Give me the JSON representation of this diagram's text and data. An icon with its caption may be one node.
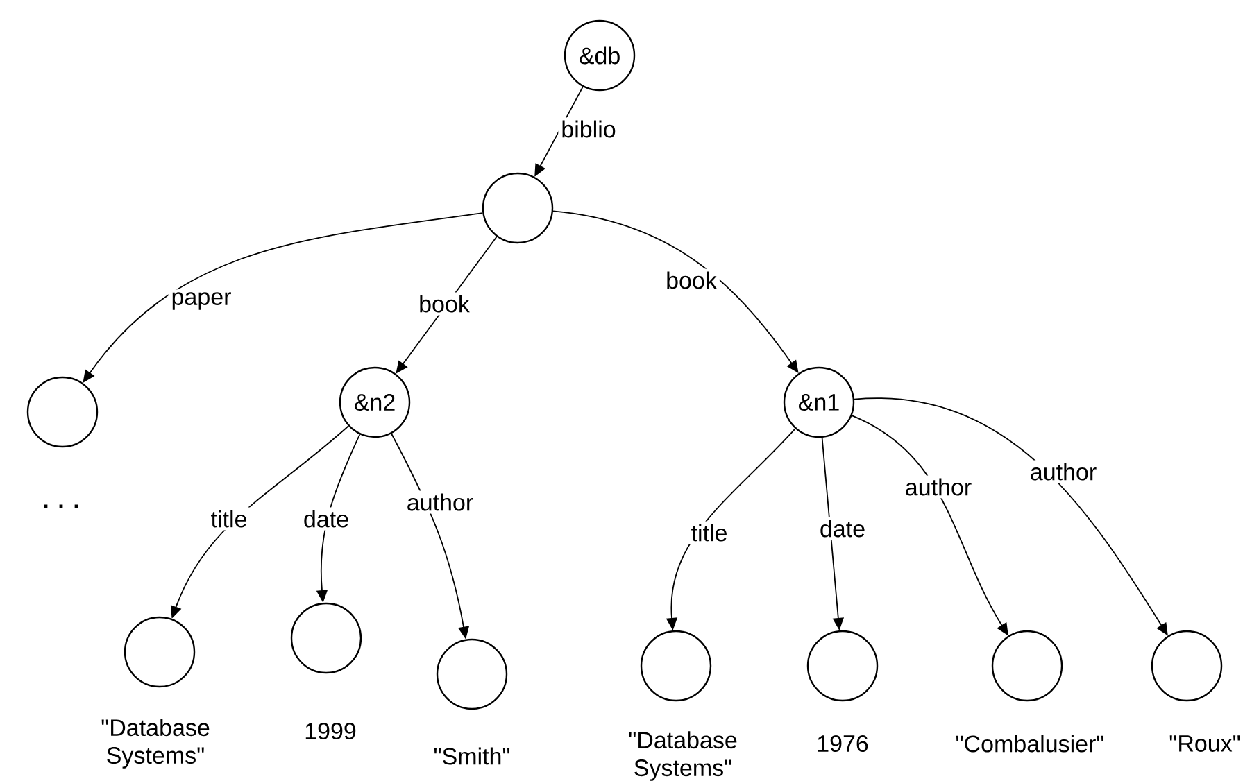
{
  "diagram": {
    "nodes": [
      {
        "text": [
          "&db"
        ]
      },
      {
        "text": [],
        "shape": "circle"
      },
      {
        "text": [],
        "shape": "circle"
      },
      {
        "text": [
          "&n2"
        ]
      },
      {
        "text": [
          "&n1"
        ]
      },
      {
        "text": [],
        "shape": "circle",
        "beside": [
          "\"Database Systems\""
        ]
      },
      {
        "text": [],
        "shape": "circle",
        "beside": [
          "1999"
        ]
      },
      {
        "text": [],
        "shape": "circle",
        "beside": [
          "\"Smith\""
        ]
      },
      {
        "text": [],
        "shape": "circle",
        "beside": [
          "\"Database Systems\""
        ]
      },
      {
        "text": [],
        "shape": "circle",
        "beside": [
          "1976"
        ]
      },
      {
        "text": [],
        "shape": "circle",
        "beside": [
          "\"Combalusier\""
        ]
      },
      {
        "text": [],
        "shape": "circle",
        "beside": [
          "\"Roux\""
        ]
      }
    ],
    "edges": [
      {
        "from": 0,
        "to": 1,
        "arrow": "to",
        "label": "biblio"
      },
      {
        "from": 1,
        "to": 2,
        "arrow": "to",
        "label": "paper"
      },
      {
        "from": 1,
        "to": 3,
        "arrow": "to",
        "label": "book"
      },
      {
        "from": 1,
        "to": 4,
        "arrow": "to",
        "label": "book"
      },
      {
        "from": 3,
        "to": 5,
        "arrow": "to",
        "label": "title"
      },
      {
        "from": 3,
        "to": 6,
        "arrow": "to",
        "label": "date"
      },
      {
        "from": 3,
        "to": 7,
        "arrow": "to",
        "label": "author"
      },
      {
        "from": 4,
        "to": 8,
        "arrow": "to",
        "label": "title"
      },
      {
        "from": 4,
        "to": 9,
        "arrow": "to",
        "label": "date"
      },
      {
        "from": 4,
        "to": 10,
        "arrow": "to",
        "label": "author"
      },
      {
        "from": 4,
        "to": 11,
        "arrow": "to",
        "label": "author"
      }
    ],
    "labels": [
      ". . ."
    ]
  }
}
